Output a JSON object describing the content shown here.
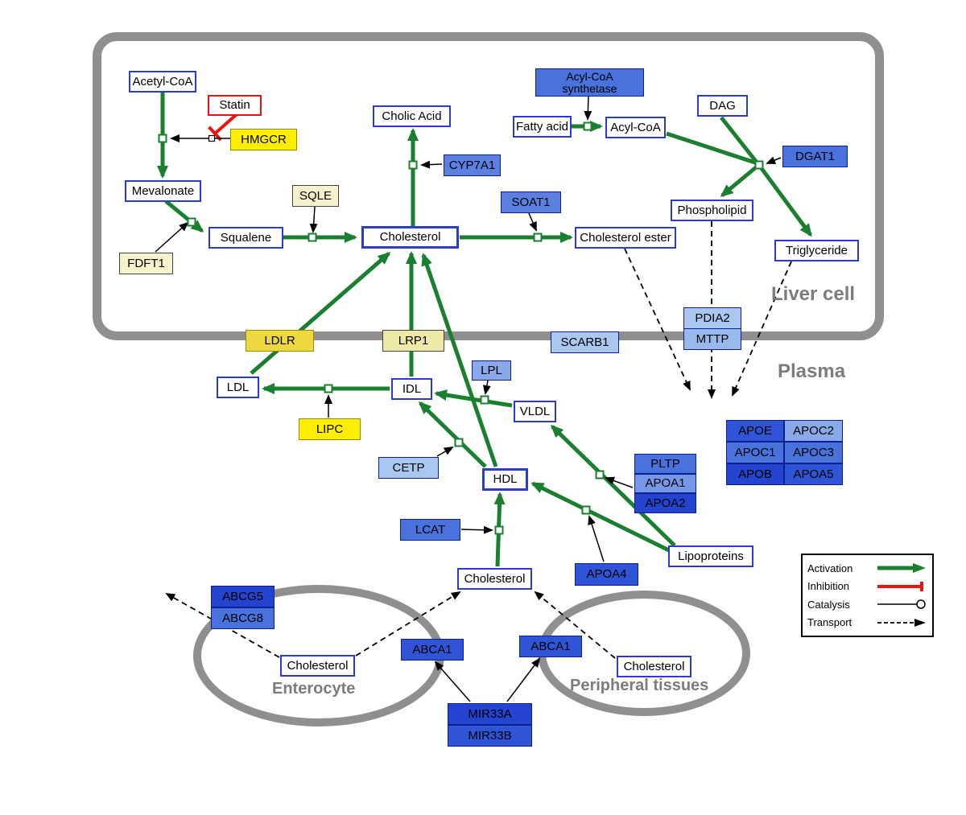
{
  "compartments": {
    "liver": "Liver cell",
    "plasma": "Plasma",
    "enterocyte": "Enterocyte",
    "peripheral": "Peripheral tissues"
  },
  "nodes": {
    "acetyl_coa": "Acetyl-CoA",
    "statin": "Statin",
    "hmgcr": "HMGCR",
    "mevalonate": "Mevalonate",
    "fdft1": "FDFT1",
    "sqle": "SQLE",
    "squalene": "Squalene",
    "cholesterol": "Cholesterol",
    "cholic_acid": "Cholic Acid",
    "cyp7a1": "CYP7A1",
    "soat1": "SOAT1",
    "cholesterol_ester": "Cholesterol ester",
    "acyl_coa_synthetase": "Acyl-CoA synthetase",
    "fatty_acid": "Fatty acid",
    "acyl_coa": "Acyl-CoA",
    "dag": "DAG",
    "dgat1": "DGAT1",
    "phospholipid": "Phospholipid",
    "triglyceride": "Triglyceride",
    "ldlr": "LDLR",
    "lrp1": "LRP1",
    "scarb1": "SCARB1",
    "pdia2": "PDIA2",
    "mttp": "MTTP",
    "ldl": "LDL",
    "idl": "IDL",
    "vldl": "VLDL",
    "lpl": "LPL",
    "lipc": "LIPC",
    "cetp": "CETP",
    "hdl": "HDL",
    "pltp": "PLTP",
    "apoa1": "APOA1",
    "apoa2": "APOA2",
    "lcat": "LCAT",
    "apoa4": "APOA4",
    "lipoproteins": "Lipoproteins",
    "apoe": "APOE",
    "apoc1": "APOC1",
    "apob": "APOB",
    "apoc2": "APOC2",
    "apoc3": "APOC3",
    "apoa5": "APOA5",
    "abcg5": "ABCG5",
    "abcg8": "ABCG8",
    "abca1": "ABCA1",
    "mir33a": "MIR33A",
    "mir33b": "MIR33B"
  },
  "legend": {
    "activation": "Activation",
    "inhibition": "Inhibition",
    "catalysis": "Catalysis",
    "transport": "Transport"
  },
  "colors": {
    "activation_green": "#1a7f2e",
    "inhibition_red": "#ee1111",
    "metabolite_border_blue": "#2a3bd0",
    "gene_blue_dark": "#2443cf",
    "gene_blue_medium": "#4a72dd",
    "gene_blue_light": "#a9c7ef",
    "gene_yellow": "#ffee00",
    "gene_gold": "#edd83f",
    "gene_cream": "#f6f2cc",
    "compartment_gray": "#8f8f8f"
  }
}
